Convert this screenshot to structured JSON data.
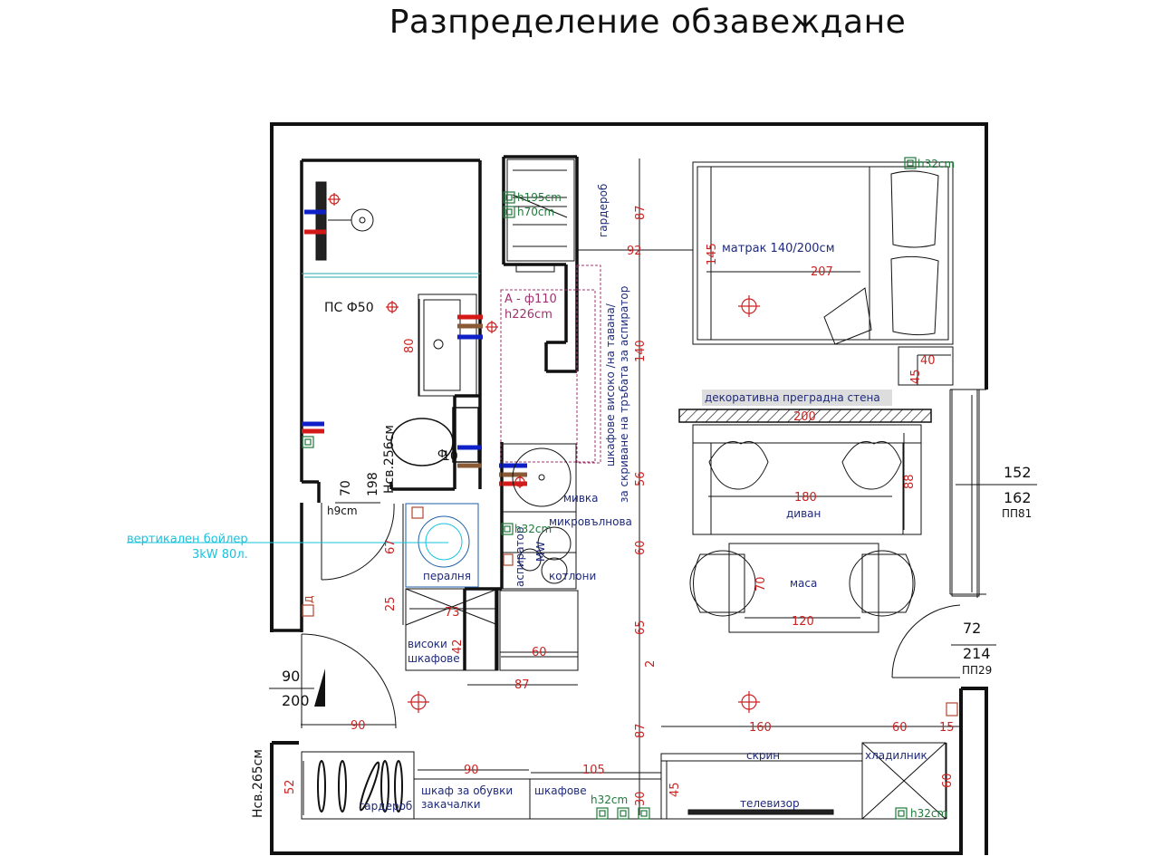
{
  "title": "Разпределение обзавеждане",
  "colors": {
    "wall": "#111111",
    "dim": "#cc2222",
    "label": "#1f2a7a",
    "green": "#1f7a3a",
    "magenta": "#a0336e",
    "cyan": "#19c3df",
    "cold": "#1020c8",
    "hot": "#d51818",
    "drain": "#8a5a36"
  },
  "labels": {
    "ps": "ПС Ф50",
    "ventilation": "А - ф110",
    "ventilation_h": "h226cm",
    "wardrobe_top": "гардероб",
    "h195": "h195cm",
    "h70": "h70cm",
    "cabinets_high_1": "шкафове високо /на тавана/",
    "cabinets_high_2": "за скриване на тръбата за аспиратор",
    "mattress": "матрак 140/200см",
    "partition": "декоративна преградна стена",
    "sofa": "диван",
    "table": "маса",
    "sink": "мивка",
    "microwave": "микровълнова",
    "hobs": "котлони",
    "hood": "аспиратор",
    "mw": "MW",
    "h32_kitchen": "h32cm",
    "h32_top": "h32cm",
    "h32_bottom_left": "h32cm",
    "h32_bottom_right": "h32cm",
    "boiler_1": "вертикален бойлер",
    "boiler_2": "3kW 80л.",
    "washer": "пералня",
    "tall_1": "високи",
    "tall_2": "шкафове",
    "h9": "h9cm",
    "bath_height": "Нсв.256см",
    "entry_height": "Нсв.265см",
    "door_w": "90",
    "door_h": "200",
    "wardrobe_bottom": "гардероб",
    "shoe_1": "шкаф за обувки",
    "shoe_2": "закачалки",
    "cabinets": "шкафове",
    "skrin": "скрин",
    "tv": "телевизор",
    "fridge": "хладилник",
    "window_w": "152",
    "window_h": "162",
    "window_code": "ПП81",
    "balcony_w": "72",
    "balcony_h": "214",
    "balcony_code": "ПП29",
    "d_symbol": "Д",
    "f_symbol": "Ф"
  },
  "dims": {
    "d87a": "87",
    "d92": "92",
    "d145": "145",
    "d207": "207",
    "d140": "140",
    "d40": "40",
    "d45a": "45",
    "d200": "200",
    "d180": "180",
    "d88": "88",
    "d56": "56",
    "d60a": "60",
    "d70a": "70",
    "d120": "120",
    "d65": "65",
    "d2": "2",
    "d87b": "87",
    "d160": "160",
    "d60b": "60",
    "d15": "15",
    "d60c": "60",
    "d80": "80",
    "d10": "10",
    "d70b": "70",
    "d198": "198",
    "d67": "67",
    "d25": "25",
    "d73": "73",
    "d42": "42",
    "d60d": "60",
    "d87c": "87",
    "d90a": "90",
    "d90b": "90",
    "d105": "105",
    "d45b": "45",
    "d30": "30",
    "d52": "52"
  }
}
